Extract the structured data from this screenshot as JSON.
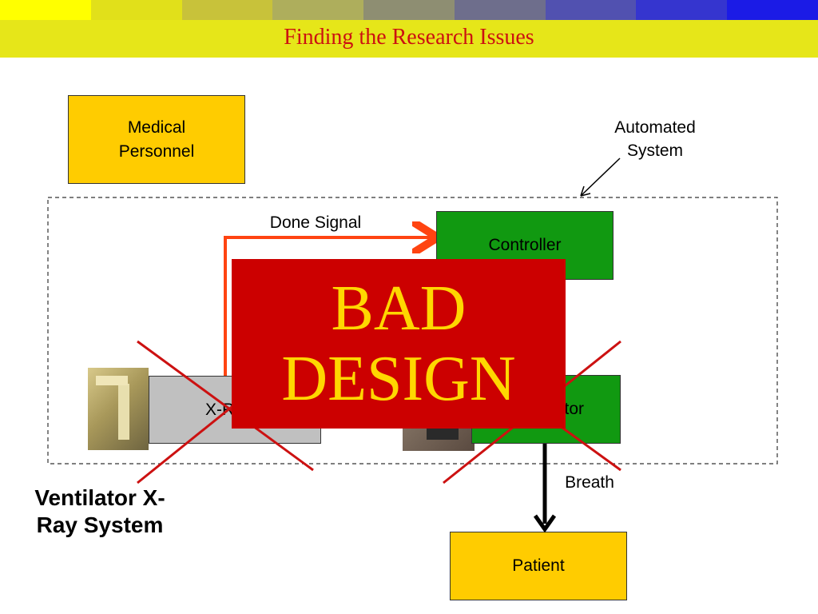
{
  "header": {
    "title": "Finding the Research Issues",
    "stripe_colors": [
      "#ffff00",
      "#e1e01a",
      "#c8c23a",
      "#aeae5c",
      "#8e8e72",
      "#6e6e8c",
      "#5151b0",
      "#3535cf",
      "#1b1be6"
    ],
    "bar_color": "#e6e619",
    "title_color": "#cc1111"
  },
  "diagram": {
    "medical_personnel": "Medical Personnel",
    "automated_system_label": "Automated System",
    "done_signal": "Done Signal",
    "controller": "Controller",
    "xray_partial": "X-R",
    "ventilator_partial": "tor",
    "breath": "Breath",
    "patient": "Patient",
    "caption": "Ventilator X-Ray System",
    "overlay_text": "BAD DESIGN"
  },
  "colors": {
    "yellow_box": "#ffcc00",
    "green_box": "#119911",
    "gray_box": "#c0c0c0",
    "arrow_orange": "#ff4411",
    "cross_red": "#cc1111",
    "bad_bg": "#cc0000",
    "bad_text": "#ffd700"
  }
}
